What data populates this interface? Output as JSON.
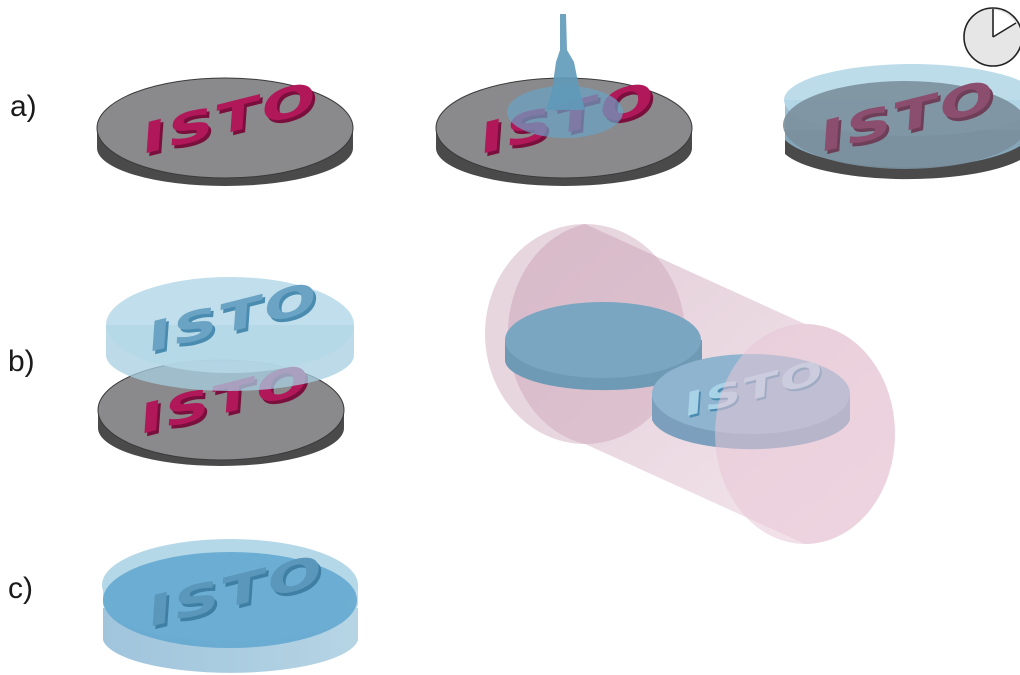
{
  "labels": {
    "a": "a)",
    "b": "b)",
    "c": "c)"
  },
  "logo": "ISTO",
  "colors": {
    "disk_top": "#8a8a8c",
    "disk_side": "#4a4a4b",
    "logo_magenta": "#b0185a",
    "logo_magenta_side": "#7a0f3d",
    "silicone_blue": "#6ba3c4",
    "silicone_light": "#b5d8e8",
    "cylinder_pink": "#d8b4c4"
  },
  "icons": {
    "timer": "clock-icon"
  }
}
